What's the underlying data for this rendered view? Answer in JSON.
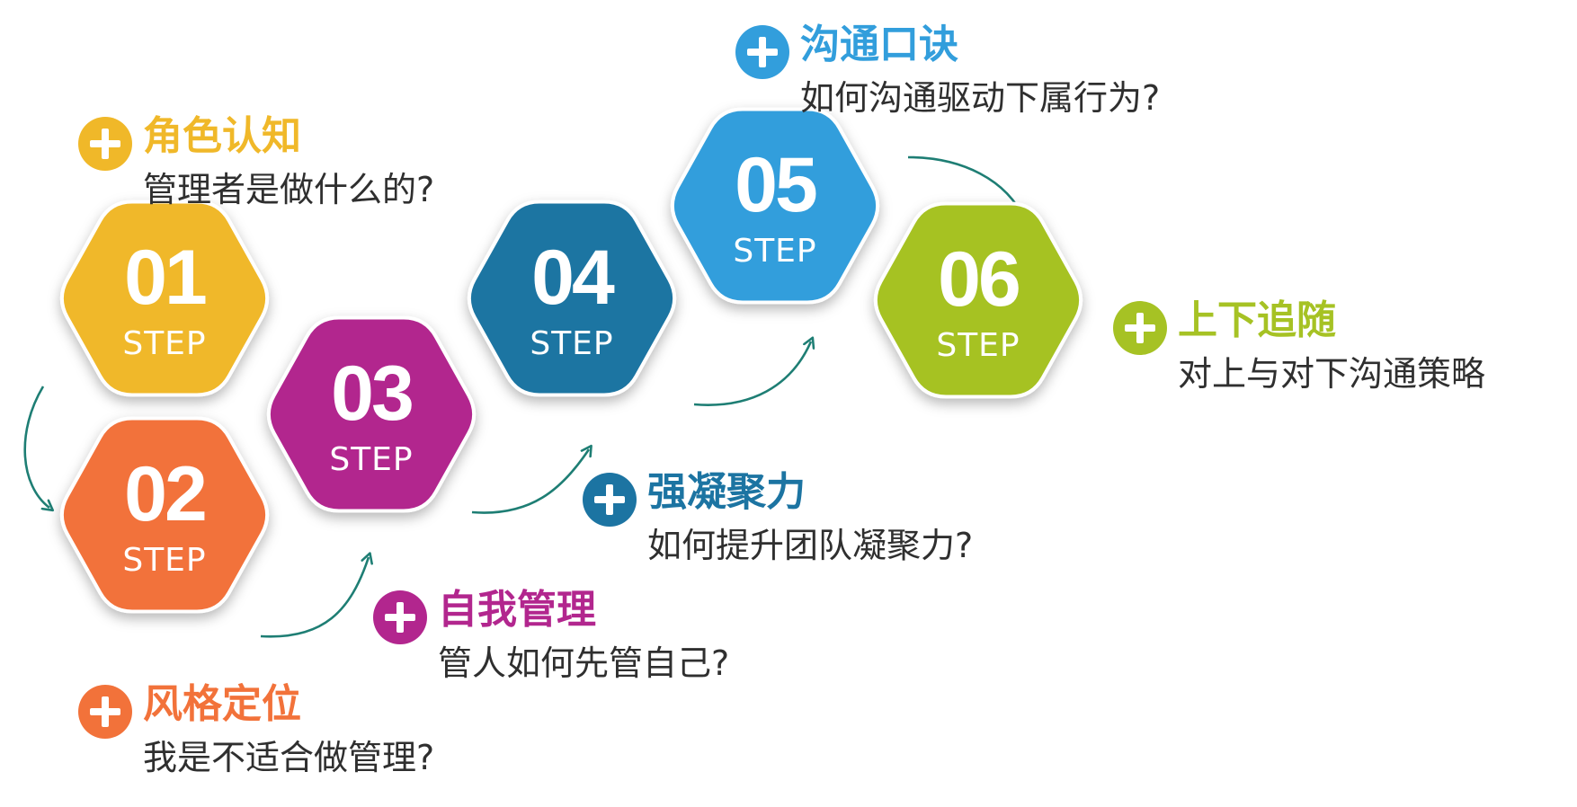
{
  "steps": [
    {
      "num": "01",
      "step": "STEP",
      "color": "#f0b829",
      "title": "角色认知",
      "subtitle": "管理者是做什么的?"
    },
    {
      "num": "02",
      "step": "STEP",
      "color": "#f2723a",
      "title": "风格定位",
      "subtitle": "我是不适合做管理?"
    },
    {
      "num": "03",
      "step": "STEP",
      "color": "#b2268e",
      "title": "自我管理",
      "subtitle": "管人如何先管自己?"
    },
    {
      "num": "04",
      "step": "STEP",
      "color": "#1c74a2",
      "title": "强凝聚力",
      "subtitle": "如何提升团队凝聚力?"
    },
    {
      "num": "05",
      "step": "STEP",
      "color": "#329edc",
      "title": "沟通口诀",
      "subtitle": "如何沟通驱动下属行为?"
    },
    {
      "num": "06",
      "step": "STEP",
      "color": "#a6c224",
      "title": "上下追随",
      "subtitle": "对上与对下沟通策略"
    }
  ],
  "colors": {
    "arrow": "#1e7e74",
    "subtitle_text": "#2f2f2f"
  }
}
